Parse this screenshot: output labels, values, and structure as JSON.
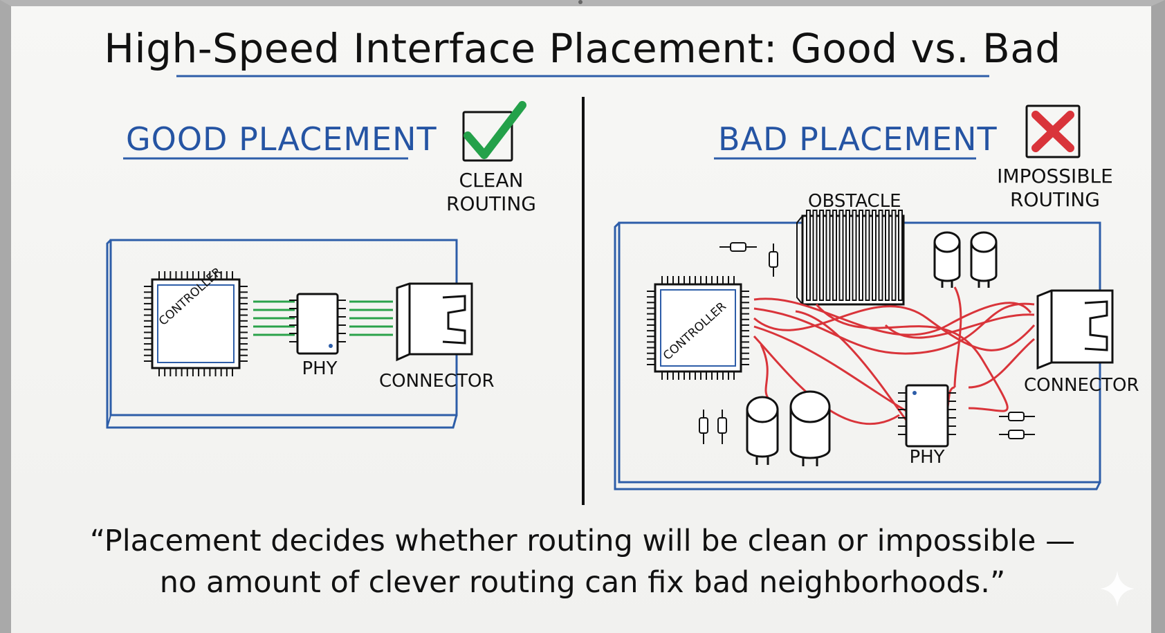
{
  "title": "High-Speed Interface Placement: Good vs. Bad",
  "good": {
    "heading": "GOOD PLACEMENT",
    "status_lines": [
      "CLEAN",
      "ROUTING"
    ],
    "controller": "CONTROLLER",
    "phy": "PHY",
    "connector": "CONNECTOR"
  },
  "bad": {
    "heading": "BAD PLACEMENT",
    "status_lines": [
      "IMPOSSIBLE",
      "ROUTING"
    ],
    "obstacle": "OBSTACLE",
    "controller": "CONTROLLER",
    "phy": "PHY",
    "connector": "CONNECTOR"
  },
  "quote_lines": [
    "“Placement decides whether routing will be clean or impossible —",
    "no amount of clever routing can fix bad neighborhoods.”"
  ],
  "colors": {
    "heading_blue": "#2554a3",
    "board_blue": "#2d5da8",
    "good_trace": "#2aa24a",
    "bad_trace": "#d9343a",
    "ink": "#111111"
  },
  "icons": {
    "good_status": "checkmark-icon",
    "bad_status": "x-mark-icon"
  }
}
